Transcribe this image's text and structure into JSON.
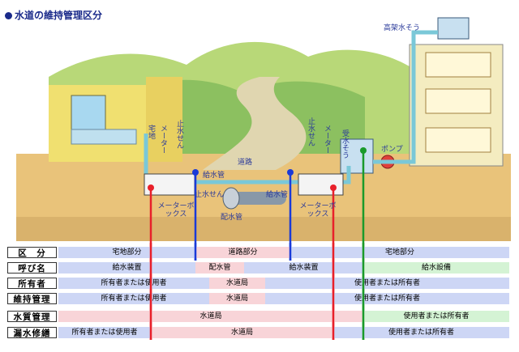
{
  "title": "水道の維持管理区分",
  "illustration": {
    "labels": {
      "takudi": "宅地",
      "meter_left": "メーター",
      "shisuisen_left": "止水せん",
      "kyusuikan_left": "給水管",
      "shisuisen_left2": "止水せん",
      "douro": "道路",
      "haisuikan": "配水管",
      "kyusuikan_right": "給水管",
      "meterbox_left": "メーターボックス",
      "meterbox_right": "メーターボックス",
      "shisuisen_right": "止水せん",
      "meter_right": "メーター",
      "juusuisou": "受水そう",
      "pump": "ポンプ",
      "koukasuisou": "高架水そう"
    }
  },
  "table": {
    "rows": [
      {
        "head": "区　分",
        "cells": [
          "宅地部分",
          "道路部分",
          "宅地部分"
        ]
      },
      {
        "head": "呼び名",
        "cells": [
          "給水装置",
          "配水管",
          "給水装置",
          "給水設備"
        ]
      },
      {
        "head": "所有者",
        "cells": [
          "所有者または使用者",
          "水道局",
          "使用者または所有者"
        ]
      },
      {
        "head": "維持管理",
        "cells": [
          "所有者または使用者",
          "水道局",
          "使用者または所有者"
        ]
      },
      {
        "head": "水質管理",
        "cells": [
          "水道局",
          "使用者または所有者"
        ]
      },
      {
        "head": "漏水修繕",
        "cells": [
          "所有者または使用者",
          "水道局",
          "使用者または所有者"
        ]
      }
    ]
  },
  "colors": {
    "red_line": "#e8202a",
    "blue_line": "#1a3ad8",
    "green_line": "#1a9a2a",
    "blue_cell": "#cdd6f5",
    "pink_cell": "#f8d4d8",
    "green_cell": "#d4f3d4"
  }
}
